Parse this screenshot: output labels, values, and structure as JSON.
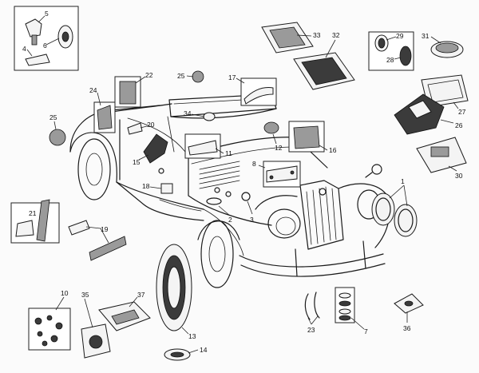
{
  "callouts": [
    {
      "id": "c1",
      "text": "1"
    },
    {
      "id": "c2",
      "text": "2"
    },
    {
      "id": "c3",
      "text": "3"
    },
    {
      "id": "c4",
      "text": "4"
    },
    {
      "id": "c5",
      "text": "5"
    },
    {
      "id": "c6",
      "text": "6"
    },
    {
      "id": "c7",
      "text": "7"
    },
    {
      "id": "c8",
      "text": "8"
    },
    {
      "id": "c10",
      "text": "10"
    },
    {
      "id": "c11",
      "text": "11"
    },
    {
      "id": "c12",
      "text": "12"
    },
    {
      "id": "c13",
      "text": "13"
    },
    {
      "id": "c14",
      "text": "14"
    },
    {
      "id": "c15",
      "text": "15"
    },
    {
      "id": "c16",
      "text": "16"
    },
    {
      "id": "c17",
      "text": "17"
    },
    {
      "id": "c18",
      "text": "18"
    },
    {
      "id": "c19",
      "text": "19"
    },
    {
      "id": "c20",
      "text": "20"
    },
    {
      "id": "c21",
      "text": "21"
    },
    {
      "id": "c22",
      "text": "22"
    },
    {
      "id": "c23",
      "text": "23"
    },
    {
      "id": "c24",
      "text": "24"
    },
    {
      "id": "c25a",
      "text": "25"
    },
    {
      "id": "c25b",
      "text": "25"
    },
    {
      "id": "c26",
      "text": "26"
    },
    {
      "id": "c27",
      "text": "27"
    },
    {
      "id": "c28",
      "text": "28"
    },
    {
      "id": "c29",
      "text": "29"
    },
    {
      "id": "c30",
      "text": "30"
    },
    {
      "id": "c31",
      "text": "31"
    },
    {
      "id": "c32",
      "text": "32"
    },
    {
      "id": "c33",
      "text": "33"
    },
    {
      "id": "c34",
      "text": "34"
    },
    {
      "id": "c35",
      "text": "35"
    },
    {
      "id": "c36",
      "text": "36"
    },
    {
      "id": "c37",
      "text": "37"
    }
  ]
}
